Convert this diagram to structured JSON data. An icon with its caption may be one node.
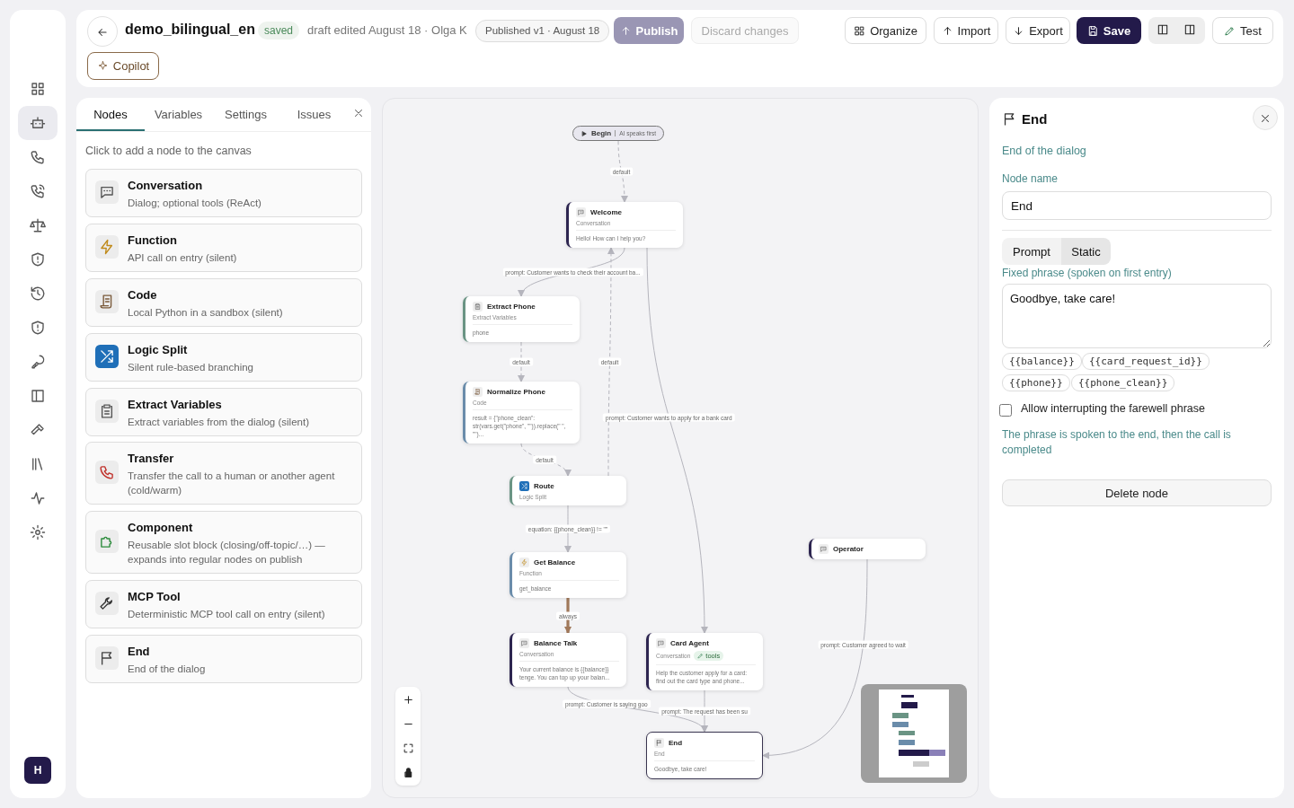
{
  "diagram": {
    "nodes": [
      {
        "text": [
          "Conversation",
          "Dialog; optional tools (ReAct)"
        ]
      },
      {
        "text": [
          "Function",
          "API call on entry (silent)"
        ]
      },
      {
        "text": [
          "Code",
          "Local Python in a sandbox (silent)"
        ]
      },
      {
        "text": [
          "Logic Split",
          "Silent rule-based branching"
        ]
      },
      {
        "text": [
          "Extract Variables",
          "Extract variables from the dialog (silent)"
        ]
      },
      {
        "text": [
          "Transfer",
          "Transfer the call to a human or another agent (cold/warm)"
        ]
      },
      {
        "text": [
          "Component",
          "Reusable slot block (closing/off-topic/…) — expands into regular nodes on publish"
        ]
      },
      {
        "text": [
          "MCP Tool",
          "Deterministic MCP tool call on entry (silent)"
        ]
      },
      {
        "text": [
          "End",
          "End of the dialog"
        ]
      },
      {
        "text": [
          "Begin",
          "AI speaks first"
        ]
      },
      {
        "text": [
          "Welcome",
          "Conversation",
          "Hello! How can I help you?"
        ]
      },
      {
        "text": [
          "Extract Phone",
          "Extract Variables",
          "phone"
        ]
      },
      {
        "text": [
          "Normalize Phone",
          "Code",
          "result = {\"phone_clean\": str(vars.get(\"phone\", \"\")).replace(\" \", \"\")..."
        ]
      },
      {
        "text": [
          "Route",
          "Logic Split"
        ]
      },
      {
        "text": [
          "Get Balance",
          "Function",
          "get_balance"
        ]
      },
      {
        "text": [
          "Balance Talk",
          "Conversation",
          "Your current balance is {{balance}} tenge. You can top up your balan..."
        ]
      },
      {
        "text": [
          "Card Agent",
          "Conversation",
          "tools",
          "Help the customer apply for a card: find out the card type and phone..."
        ]
      },
      {
        "text": [
          "Operator"
        ]
      },
      {
        "text": [
          "End",
          "End",
          "Goodbye, take care!"
        ]
      }
    ],
    "edges": [
      {
        "from": 9,
        "to": 10,
        "arrow": "to",
        "label": "default",
        "style": "dashed"
      },
      {
        "from": 10,
        "to": 11,
        "arrow": "to",
        "label": "prompt: Customer wants to check their account ba..."
      },
      {
        "from": 13,
        "to": 10,
        "arrow": "to",
        "label": "default",
        "style": "dashed"
      },
      {
        "from": 11,
        "to": 12,
        "arrow": "to",
        "label": "default",
        "style": "dashed"
      },
      {
        "from": 12,
        "to": 13,
        "arrow": "to",
        "label": "default",
        "style": "dashed"
      },
      {
        "from": 13,
        "to": 14,
        "arrow": "to",
        "label": "equation: {{phone_clean}} != \"\""
      },
      {
        "from": 14,
        "to": 15,
        "arrow": "to",
        "label": "always",
        "style": "thick",
        "color": "#a0785a"
      },
      {
        "from": 10,
        "to": 16,
        "arrow": "to",
        "label": "prompt: Customer wants to apply for a bank card"
      },
      {
        "from": 15,
        "to": 18,
        "arrow": "to",
        "label": "prompt: Customer is saying goo"
      },
      {
        "from": 16,
        "to": 18,
        "arrow": "to",
        "label": "prompt: The request has been su"
      },
      {
        "from": 17,
        "to": 18,
        "arrow": "to",
        "label": "prompt: Customer agreed to wait"
      }
    ],
    "labels": [
      "demo_bilingual_en",
      "saved",
      "draft edited August 18 · Olga K",
      "Published v1 · August 18",
      "Publish",
      "Discard changes",
      "Organize",
      "Import",
      "Export",
      "Save",
      "Test",
      "Copilot",
      "Nodes",
      "Variables",
      "Settings",
      "Issues",
      "Click to add a node to the canvas",
      "End",
      "End of the dialog",
      "Node name",
      "End",
      "Prompt",
      "Static",
      "Fixed phrase (spoken on first entry)",
      "Goodbye, take care!",
      "{{balance}}",
      "{{card_request_id}}",
      "{{phone}}",
      "{{phone_clean}}",
      "Allow interrupting the farewell phrase",
      "The phrase is spoken to the end, then the call is completed",
      "Delete node",
      "H"
    ]
  }
}
